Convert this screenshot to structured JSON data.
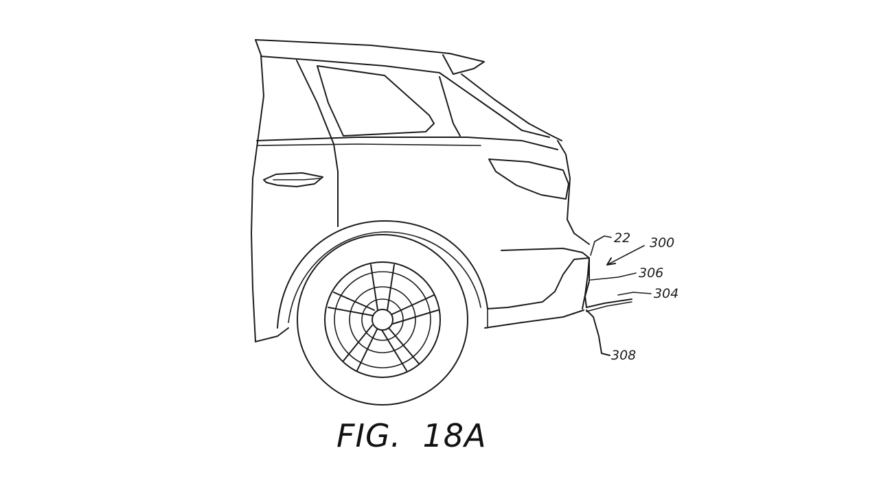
{
  "figure": {
    "caption": "FIG.  18A"
  },
  "reference_numerals": {
    "r22": "22",
    "r300": "300",
    "r306": "306",
    "r304": "304",
    "r308": "308"
  },
  "colors": {
    "ink": "#1a1a1a",
    "paper": "#ffffff"
  }
}
